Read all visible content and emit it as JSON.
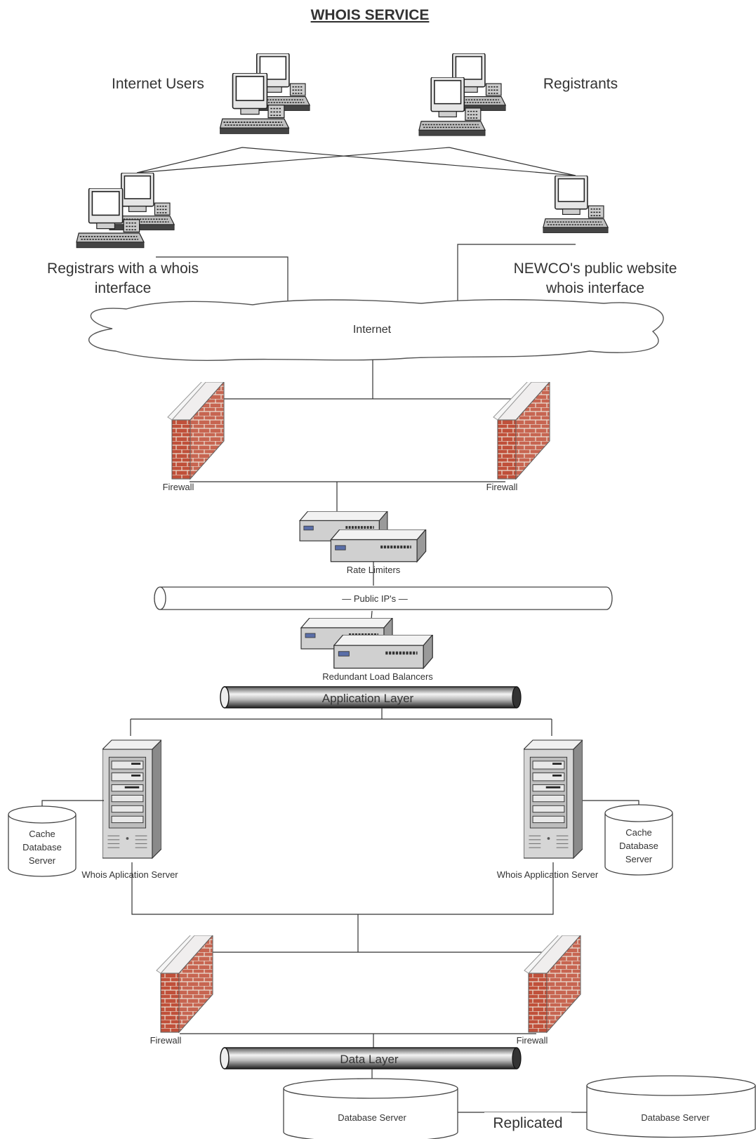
{
  "title": "WHOIS SERVICE",
  "clients": {
    "internet_users": "Internet Users",
    "registrants": "Registrants",
    "registrars_line1": "Registrars with a whois",
    "registrars_line2": "interface",
    "website_line1": "NEWCO's public website",
    "website_line2": "whois interface"
  },
  "network": {
    "internet": "Internet",
    "firewall": "Firewall",
    "rate_limiters": "Rate Limiters",
    "public_ips": "— Public IP's —",
    "load_balancers": "Redundant Load Balancers",
    "application_layer": "Application Layer",
    "data_layer": "Data Layer"
  },
  "servers": {
    "app_server_left": "Whois Aplication Server",
    "app_server_right": "Whois Application Server",
    "cache_line1": "Cache",
    "cache_line2": "Database",
    "cache_line3": "Server",
    "db_server": "Database Server",
    "replicated": "Replicated"
  },
  "icons": [
    "desktop-computer-icon",
    "firewall-icon",
    "network-switch-icon",
    "tower-server-icon",
    "database-cylinder-icon",
    "cloud-icon"
  ],
  "colors": {
    "brick": "#b4442e",
    "mortar": "#e8ddd0",
    "device": "#d9d9d9",
    "line": "#333333"
  }
}
